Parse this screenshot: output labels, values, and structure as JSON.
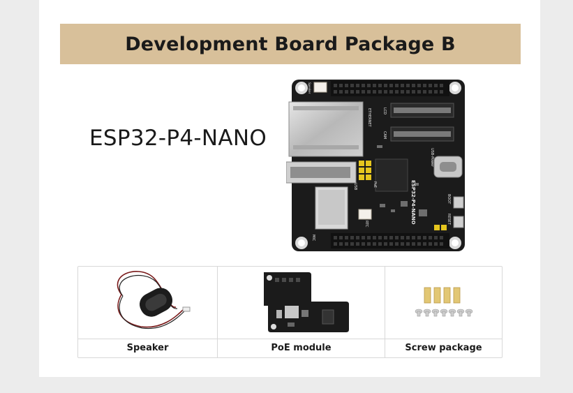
{
  "banner": {
    "title": "Development Board Package B"
  },
  "product": {
    "name": "ESP32-P4-NANO"
  },
  "board": {
    "silkscreen_name": "ESP32-P4-NANO",
    "labels": {
      "lcd": "LCD",
      "cam": "CAM",
      "ethernet": "ETHERNET",
      "usb": "USB",
      "poe": "PoE",
      "rtc": "RTC",
      "usb_power": "USB-Power",
      "boot": "BOOT",
      "reset": "RESET",
      "speaker": "Speaker",
      "mic": "MIC"
    }
  },
  "accessories": [
    {
      "label": "Speaker",
      "icon": "speaker-icon"
    },
    {
      "label": "PoE module",
      "icon": "poe-module-icon"
    },
    {
      "label": "Screw package",
      "icon": "screw-package-icon"
    }
  ],
  "colors": {
    "banner": "#d8c09a",
    "board": "#1b1b1b",
    "pin": "#141414",
    "gold": "#d6b24a"
  }
}
